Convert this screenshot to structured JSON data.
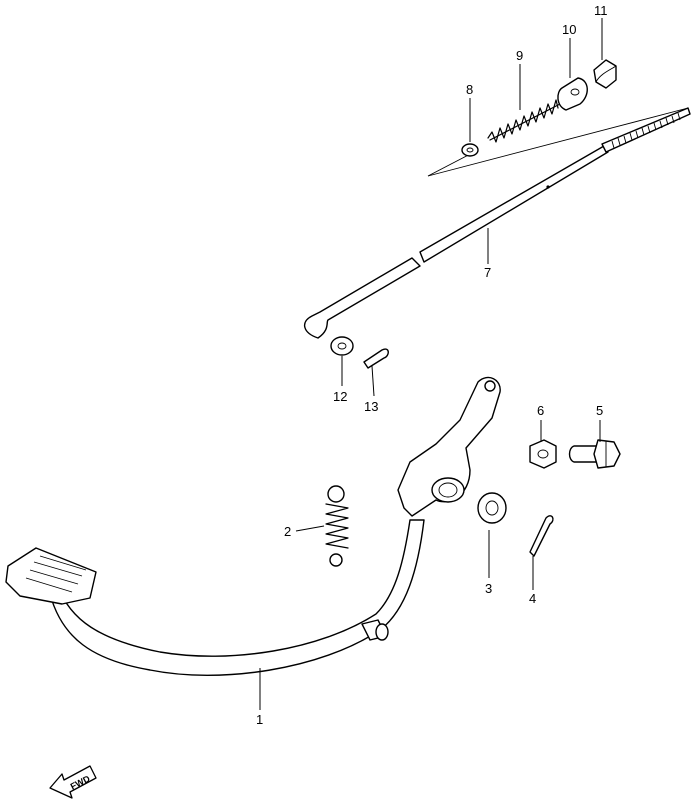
{
  "callouts": {
    "c1": "1",
    "c2": "2",
    "c3": "3",
    "c4": "4",
    "c5": "5",
    "c6": "6",
    "c7": "7",
    "c8": "8",
    "c9": "9",
    "c10": "10",
    "c11": "11",
    "c12": "12",
    "c13": "13"
  },
  "fwd_label": "FWD"
}
